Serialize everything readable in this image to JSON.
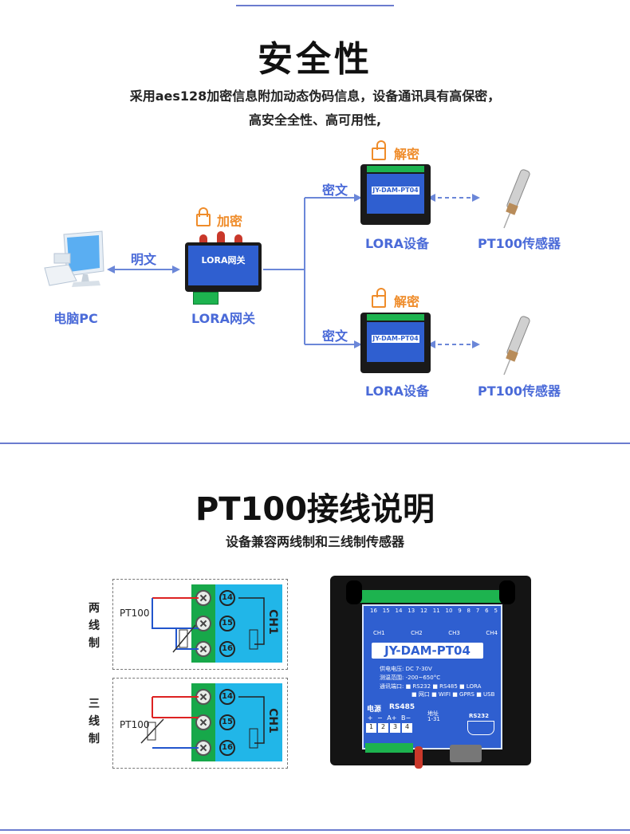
{
  "section1": {
    "title": "安全性",
    "subtitle_line1": "采用aes128加密信息附加动态伪码信息，设备通讯具有高保密，",
    "subtitle_line2": "高安全全性、高可用性,"
  },
  "diagram": {
    "pc_label": "电脑PC",
    "plain_label": "明文",
    "encrypt_label": "加密",
    "gateway_label": "LORA网关",
    "gateway_screen_text": "LORA网关",
    "cipher_label_1": "密文",
    "cipher_label_2": "密文",
    "decrypt_label_1": "解密",
    "decrypt_label_2": "解密",
    "device_label_1": "LORA设备",
    "device_label_2": "LORA设备",
    "device_model": "JY-DAM-PT04",
    "sensor_label_1": "PT100传感器",
    "sensor_label_2": "PT100传感器",
    "colors": {
      "accent_blue": "#4a6ad8",
      "accent_orange": "#ef8c2a"
    }
  },
  "section2": {
    "title": "PT100接线说明",
    "subtitle": "设备兼容两线制和三线制传感器"
  },
  "wiring": {
    "two_wire_label": [
      "两",
      "线",
      "制"
    ],
    "three_wire_label": [
      "三",
      "线",
      "制"
    ],
    "pt100_label": "PT100",
    "pins": [
      "14",
      "15",
      "16"
    ],
    "channel": "CH1"
  },
  "device_photo": {
    "model": "JY-DAM-PT04",
    "channels": [
      "CH1",
      "CH2",
      "CH3",
      "CH4"
    ],
    "terminal_numbers": [
      "16",
      "15",
      "14",
      "13",
      "12",
      "11",
      "10",
      "9",
      "8",
      "7",
      "6",
      "5"
    ],
    "spec_voltage": "供电电压: DC 7-30V",
    "spec_range": "测温范围: -200~650°C",
    "spec_ports_1": "通讯端口: ■ RS232 ■ RS485 ■ LORA",
    "spec_ports_2": "■ 网口 ■ WIFI ■ GPRS ■ USB",
    "power_label": "电源",
    "rs485_label": "RS485",
    "addr_label": "地址",
    "addr_range": "1-31",
    "rs232_label": "RS232",
    "pin_labels": [
      "+",
      "−",
      "A+",
      "B−"
    ],
    "pin_numbers": [
      "1",
      "2",
      "3",
      "4"
    ]
  }
}
